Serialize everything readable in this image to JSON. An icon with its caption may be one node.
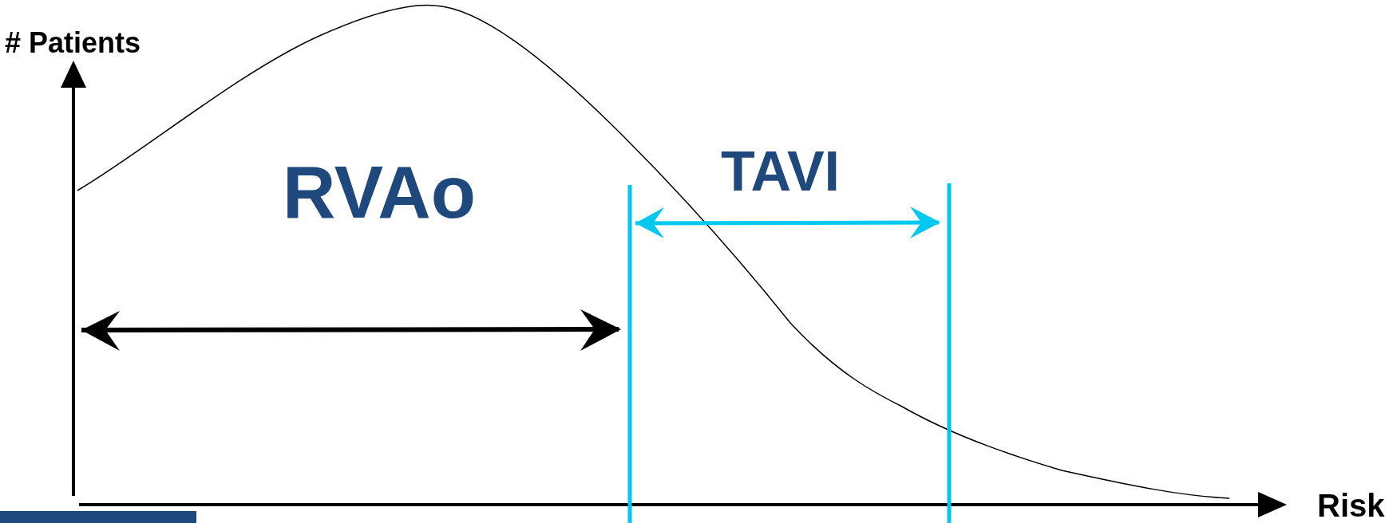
{
  "diagram": {
    "labels": [
      "# Patients",
      "RVAo",
      "TAVI",
      "Risk"
    ]
  }
}
